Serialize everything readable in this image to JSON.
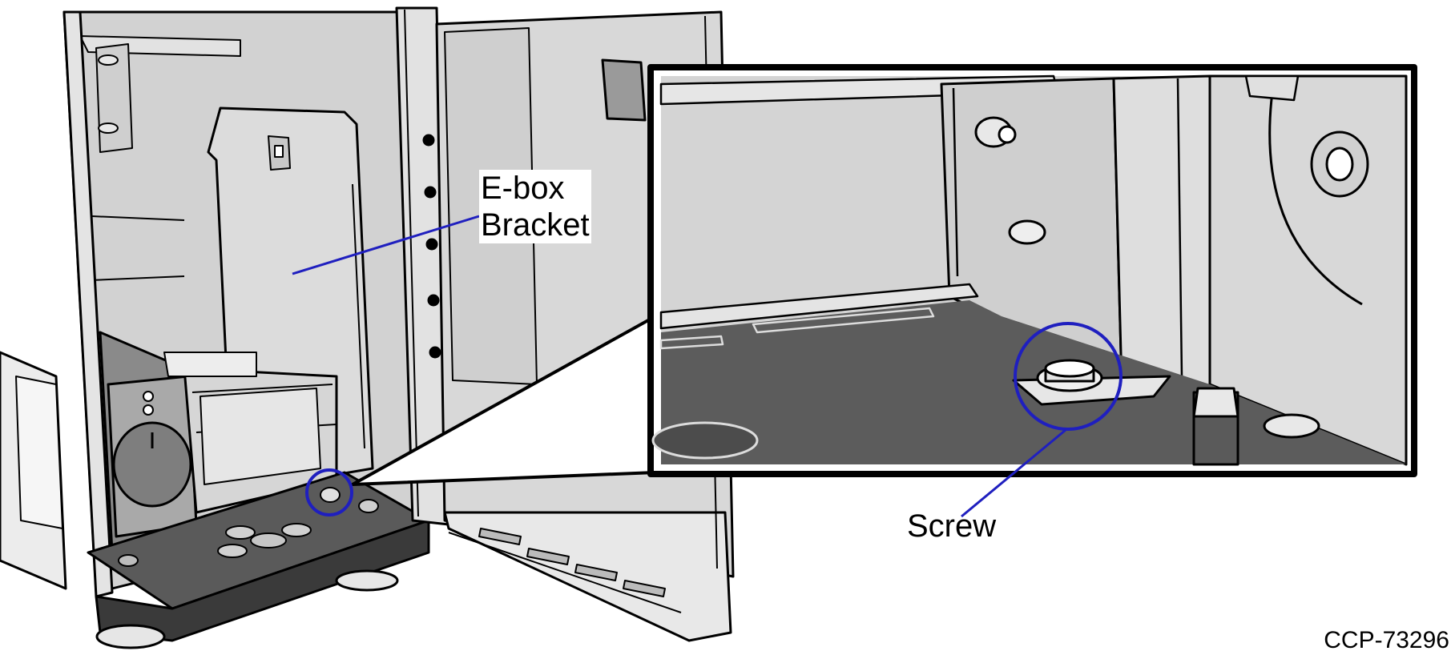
{
  "labels": {
    "ebox_line1": "E-box",
    "ebox_line2": "Bracket",
    "screw": "Screw"
  },
  "figure_id": "CCP-73296",
  "colors": {
    "callout": "#1f1fbf",
    "panel_light": "#d4d4d4",
    "panel_mid": "#bdbdbd",
    "floor_dark": "#5e5e5e",
    "outline": "#000000"
  }
}
